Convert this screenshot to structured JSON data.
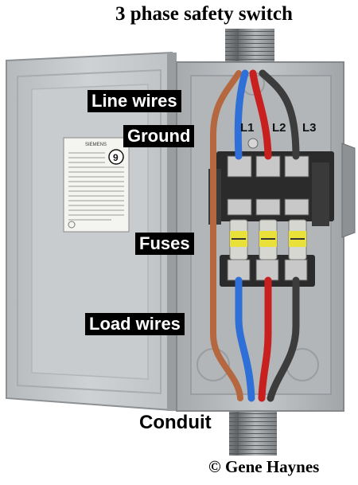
{
  "title": "3 phase safety switch",
  "labels": {
    "line_wires": "Line wires",
    "ground": "Ground",
    "fuses": "Fuses",
    "load_wires": "Load wires",
    "conduit": "Conduit"
  },
  "phases": [
    "L1",
    "L2",
    "L3"
  ],
  "copyright": "© Gene Haynes",
  "door_label": {
    "brand": "SIEMENS",
    "badge": "9"
  },
  "colors": {
    "enclosure": "#b9bcbe",
    "door": "#c6c9cb",
    "ground_wire": "#b5683f",
    "l1_wire": "#2f6fd8",
    "l2_wire": "#c7201f",
    "l3_wire": "#3c3c3c",
    "fuse_label": "#e9e03a",
    "conduit": "#8d9093"
  }
}
